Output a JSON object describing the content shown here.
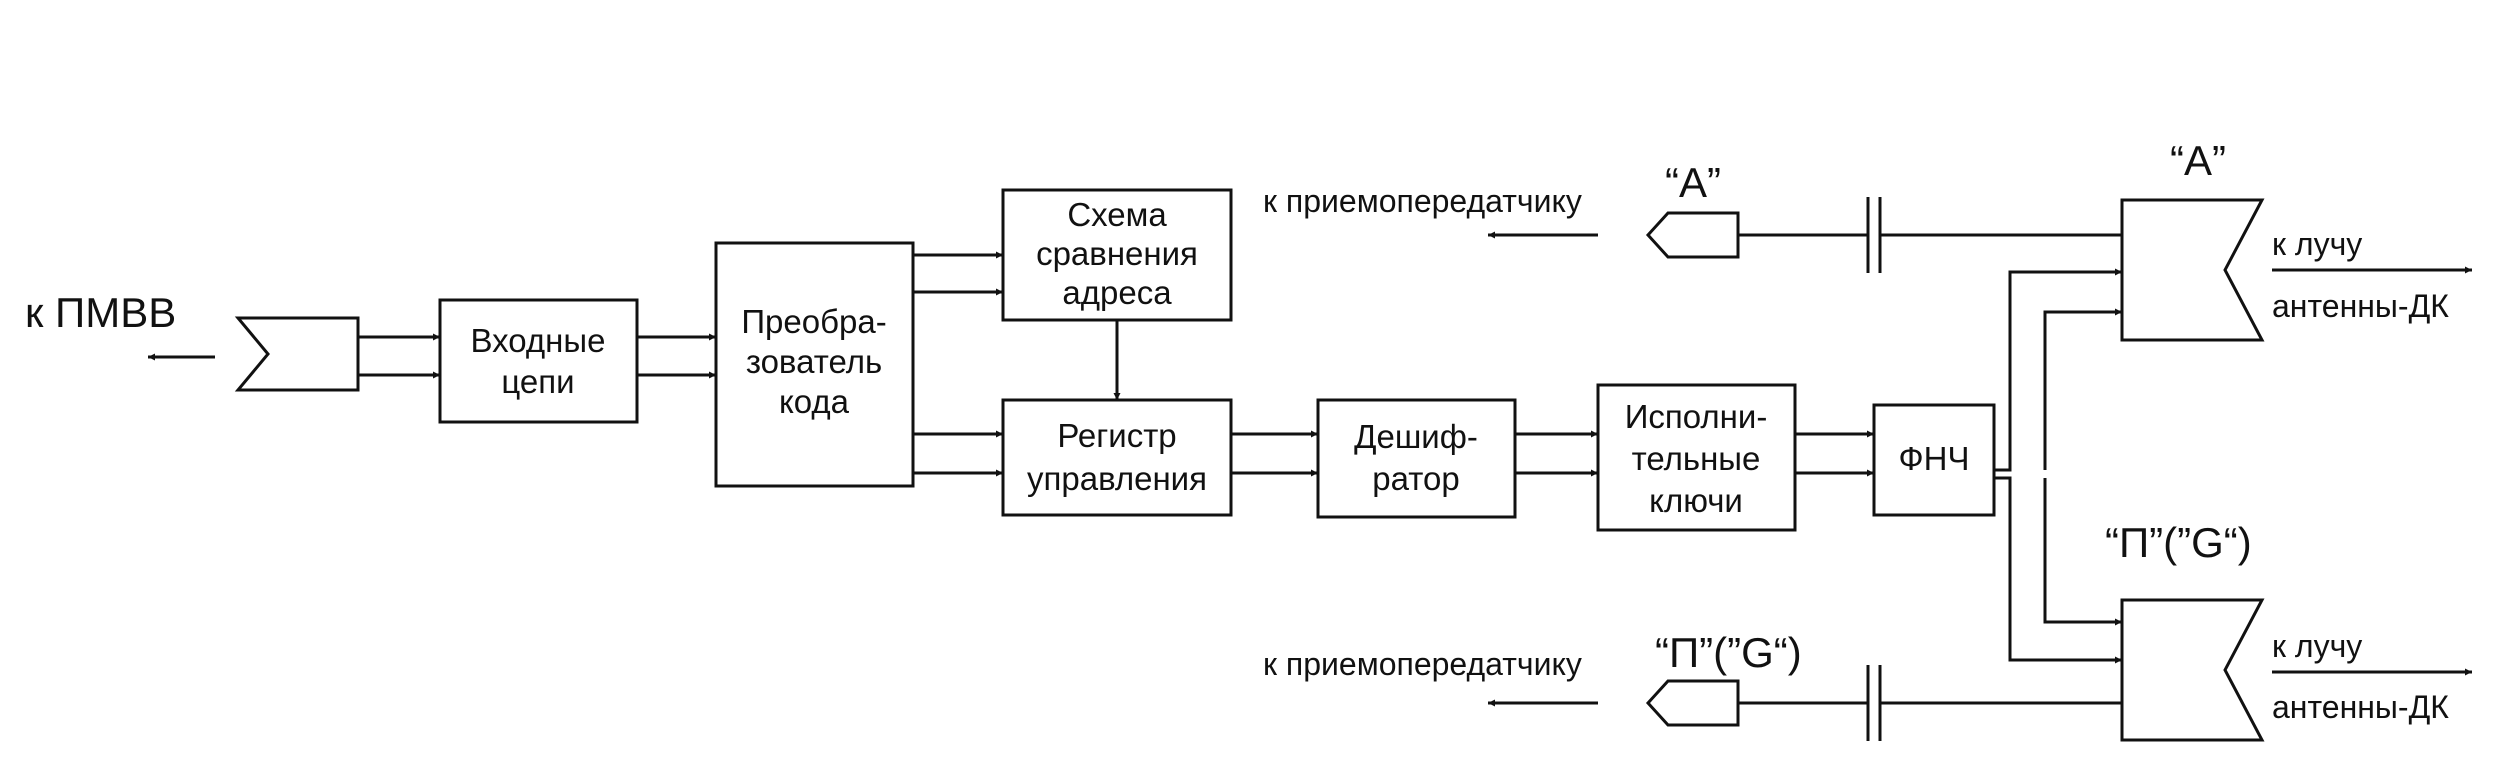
{
  "blocks": {
    "input": [
      "Входные",
      "цепи"
    ],
    "converter": [
      "Преобра-",
      "зователь",
      "кода"
    ],
    "comparator": [
      "Схема",
      "сравнения",
      "адреса"
    ],
    "register": [
      "Регистр",
      "управления"
    ],
    "decoder": [
      "Дешиф-",
      "ратор"
    ],
    "keys": [
      "Исполни-",
      "тельные",
      "ключи"
    ],
    "lpf": "ФНЧ"
  },
  "labels": {
    "pmvv": "к ПМВВ",
    "to_transceiver_a": "к приемопередатчику",
    "channel_a": "“А”",
    "channel_a_top": "“А”",
    "to_transceiver_p": "к приемопередатчику",
    "channel_p": "“П”(”G“)",
    "channel_p_top": "“П”(”G“)",
    "beam_a": "к лучу",
    "antenna_a": "антенны-ДК",
    "beam_p": "к лучу",
    "antenna_p": "антенны-ДК"
  }
}
